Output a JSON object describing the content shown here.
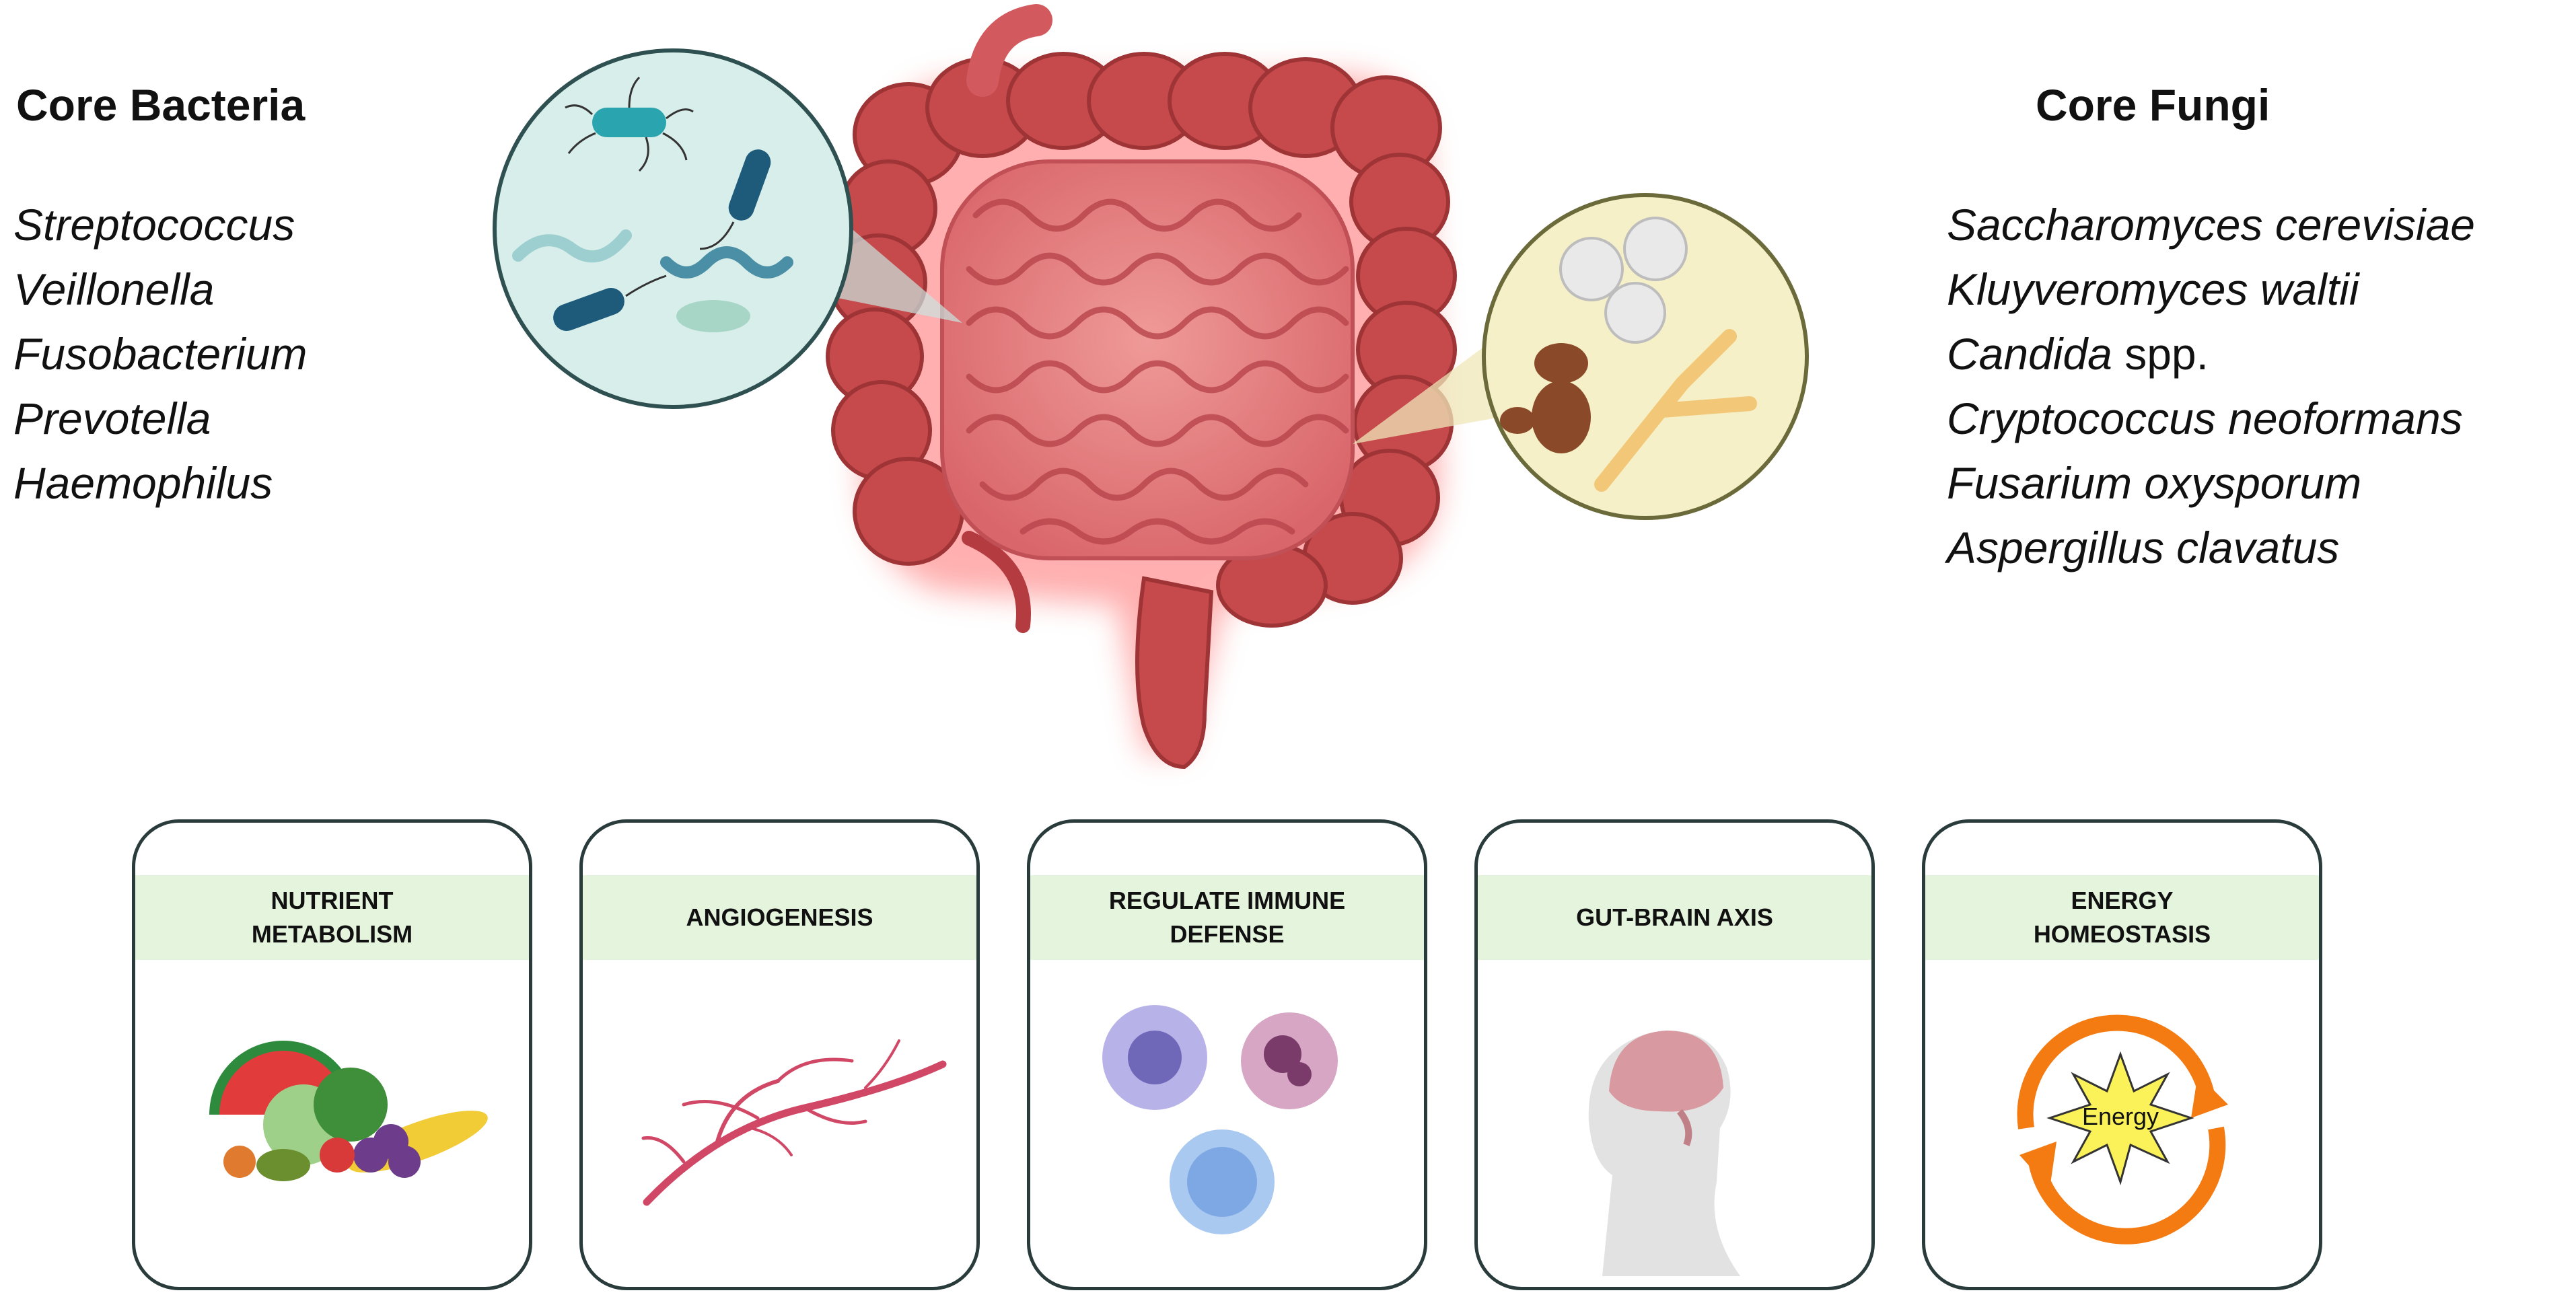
{
  "left_panel": {
    "heading": "Core Bacteria",
    "items": [
      "Streptococcus",
      "Veillonella",
      "Fusobacterium",
      "Prevotella",
      "Haemophilus"
    ]
  },
  "right_panel": {
    "heading": "Core Fungi",
    "items": [
      {
        "italic": "Saccharomyces cerevisiae",
        "plain": ""
      },
      {
        "italic": "Kluyveromyces waltii",
        "plain": ""
      },
      {
        "italic": "Candida",
        "plain": " spp."
      },
      {
        "italic": "Cryptococcus neoformans",
        "plain": ""
      },
      {
        "italic": "Fusarium oxysporum",
        "plain": ""
      },
      {
        "italic": "Aspergillus clavatus",
        "plain": ""
      }
    ]
  },
  "functions": [
    {
      "label": "NUTRIENT METABOLISM",
      "icon": "fruits-vegetables-icon"
    },
    {
      "label": "ANGIOGENESIS",
      "icon": "blood-vessels-icon"
    },
    {
      "label": "REGULATE IMMUNE DEFENSE",
      "icon": "immune-cells-icon"
    },
    {
      "label": "GUT-BRAIN AXIS",
      "icon": "human-brain-icon"
    },
    {
      "label": "ENERGY HOMEOSTASIS",
      "icon": "energy-cycle-icon"
    }
  ],
  "energy_label": "Energy",
  "colors": {
    "intestine": "#d9666a",
    "colon": "#c64a4c",
    "glow": "#ff8c8c",
    "bacteria_bubble": "#d8eeea",
    "fungi_bubble": "#f6f0c8",
    "band": "#e4f4dd",
    "energy_arrow": "#f47a12"
  }
}
